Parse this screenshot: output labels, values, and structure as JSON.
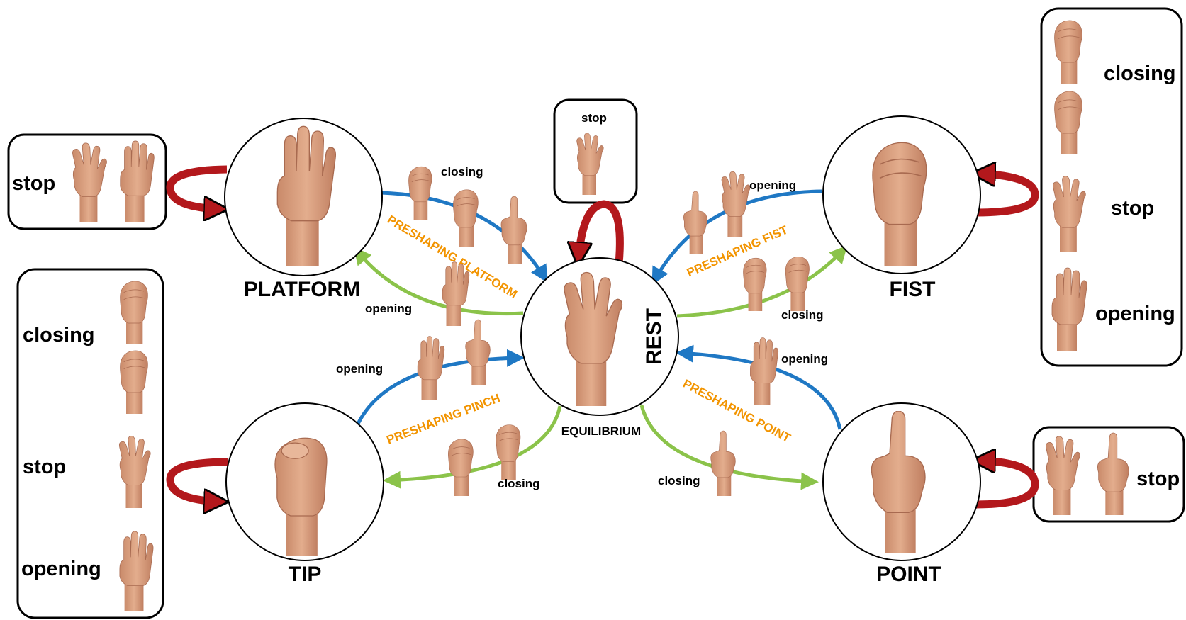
{
  "colors": {
    "blue": "#1f78c4",
    "green": "#8bc34a",
    "red": "#b3181c",
    "orange": "#f29400",
    "skin": "#d9a07e",
    "skin_dark": "#b9775a"
  },
  "states": {
    "rest": "REST",
    "equilibrium": "EQUILIBRIUM",
    "platform": "PLATFORM",
    "fist": "FIST",
    "tip": "TIP",
    "point": "POINT"
  },
  "preshaping": {
    "platform": "PRESHAPING PLATFORM",
    "fist": "PRESHAPING FIST",
    "pinch": "PRESHAPING PINCH",
    "point": "PRESHAPING POINT"
  },
  "transitions": {
    "platform_closing": "closing",
    "platform_opening": "opening",
    "fist_opening": "opening",
    "fist_closing": "closing",
    "tip_opening": "opening",
    "tip_closing": "closing",
    "point_opening": "opening",
    "point_closing": "closing"
  },
  "boxes": {
    "rest_stop": "stop",
    "platform_stop": "stop",
    "tip": {
      "closing": "closing",
      "stop": "stop",
      "opening": "opening"
    },
    "fist": {
      "closing": "closing",
      "stop": "stop",
      "opening": "opening"
    },
    "point_stop": "stop"
  },
  "icons": {
    "open_hand": "open-hand-icon",
    "relaxed_hand": "relaxed-hand-icon",
    "fist_hand": "fist-hand-icon",
    "point_hand": "point-hand-icon",
    "pinch_hand": "pinch-hand-icon"
  }
}
